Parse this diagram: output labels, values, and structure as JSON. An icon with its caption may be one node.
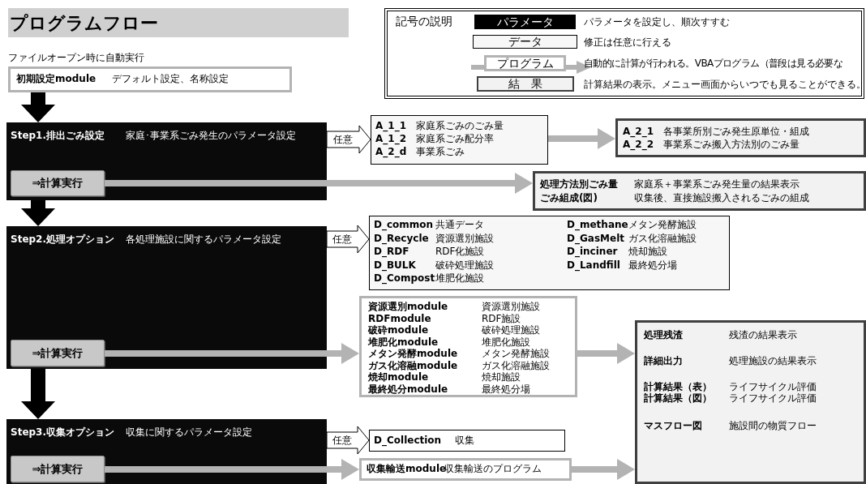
{
  "diagram": {
    "title": "プログラムフロー",
    "nodes": [
      {
        "text": [
          "記号の説明"
        ]
      },
      {
        "text": [
          "パラメータ"
        ],
        "in": 0,
        "beside": [
          "パラメータを設定し、順次すすむ"
        ]
      },
      {
        "text": [
          "データ"
        ],
        "in": 0,
        "beside": [
          "修正は任意に行える"
        ]
      },
      {
        "text": [
          "プログラム"
        ],
        "in": 0,
        "beside": [
          "自動的に計算が行われる。VBAプログラム（普段は見る必要な"
        ]
      },
      {
        "text": [
          "結　果"
        ],
        "in": 0,
        "beside": [
          "計算結果の表示。メニュー画面からいつでも見ることができる。"
        ]
      },
      {
        "text": [
          "初期設定module",
          "デフォルト設定、名称設定"
        ],
        "beside": [
          "ファイルオープン時に自動実行"
        ]
      },
      {
        "text": [
          "Step1.排出ごみ設定",
          "家庭･事業系ごみ発生のパラメータ設定"
        ]
      },
      {
        "text": [
          "⇒計算実行"
        ],
        "in": 6
      },
      {
        "text": [
          "A_1_1",
          "家庭系ごみのごみ量",
          "A_1_2",
          "家庭系ごみ配分率",
          "A_2_d",
          "事業系ごみ"
        ]
      },
      {
        "text": [
          "A_2_1",
          "各事業所別ごみ発生原単位・組成",
          "A_2_2",
          "事業系ごみ搬入方法別のごみ量"
        ]
      },
      {
        "text": [
          "処理方法別ごみ量",
          "家庭系＋事業系ごみ発生量の結果表示",
          "ごみ組成(図)",
          "収集後、直接施設搬入されるごみの組成"
        ]
      },
      {
        "text": [
          "Step2.処理オプション",
          "各処理施設に関するパラメータ設定"
        ]
      },
      {
        "text": [
          "⇒計算実行"
        ],
        "in": 11
      },
      {
        "text": [
          "D_common",
          "共通データ",
          "D_Recycle",
          "資源選別施設",
          "D_RDF",
          "RDF化施設",
          "D_BULK",
          "破砕処理施設",
          "D_Compost",
          "堆肥化施設",
          "D_methane",
          "メタン発酵施設",
          "D_GasMelt",
          "ガス化溶融施設",
          "D_inciner",
          "焼却施設",
          "D_Landfill",
          "最終処分場"
        ]
      },
      {
        "text": [
          "資源選別module",
          "資源選別施設",
          "RDFmodule",
          "RDF施設",
          "破砕module",
          "破砕処理施設",
          "堆肥化module",
          "堆肥化施設",
          "メタン発酵module",
          "メタン発酵施設",
          "ガス化溶融module",
          "ガス化溶融施設",
          "焼却module",
          "焼却施設",
          "最終処分module",
          "最終処分場"
        ]
      },
      {
        "text": [
          "処理残渣",
          "残渣の結果表示",
          "詳細出力",
          "処理施設の結果表示",
          "計算結果（表）",
          "ライフサイクル評価",
          "計算結果（図）",
          "ライフサイクル評価",
          "マスフロー図",
          "施設間の物質フロー"
        ]
      },
      {
        "text": [
          "Step3.収集オプション",
          "収集に関するパラメータ設定"
        ]
      },
      {
        "text": [
          "⇒計算実行"
        ],
        "in": 16
      },
      {
        "text": [
          "D_Collection",
          "収集"
        ]
      },
      {
        "text": [
          "収集輸送module",
          "収集輸送のプログラム"
        ]
      }
    ],
    "edges": [
      {
        "from": 5,
        "to": 6,
        "arrow": "to",
        "style": "thick",
        "color": "#000000"
      },
      {
        "from": 6,
        "to": 11,
        "arrow": "to",
        "style": "thick",
        "color": "#000000"
      },
      {
        "from": 11,
        "to": 16,
        "arrow": "to",
        "style": "thick",
        "color": "#000000"
      },
      {
        "from": 6,
        "to": 8,
        "arrow": "to",
        "label": "任意",
        "style": "thick"
      },
      {
        "from": 8,
        "to": 9,
        "arrow": "to"
      },
      {
        "from": 7,
        "to": 10,
        "arrow": "to"
      },
      {
        "from": 11,
        "to": 13,
        "arrow": "to",
        "label": "任意",
        "style": "thick"
      },
      {
        "from": 12,
        "to": 14,
        "arrow": "to"
      },
      {
        "from": 14,
        "to": 15,
        "arrow": "to"
      },
      {
        "from": 16,
        "to": 18,
        "arrow": "to",
        "label": "任意",
        "style": "thick"
      },
      {
        "from": 17,
        "to": 19,
        "arrow": "to"
      },
      {
        "from": 19,
        "to": 15,
        "arrow": "to"
      }
    ]
  }
}
